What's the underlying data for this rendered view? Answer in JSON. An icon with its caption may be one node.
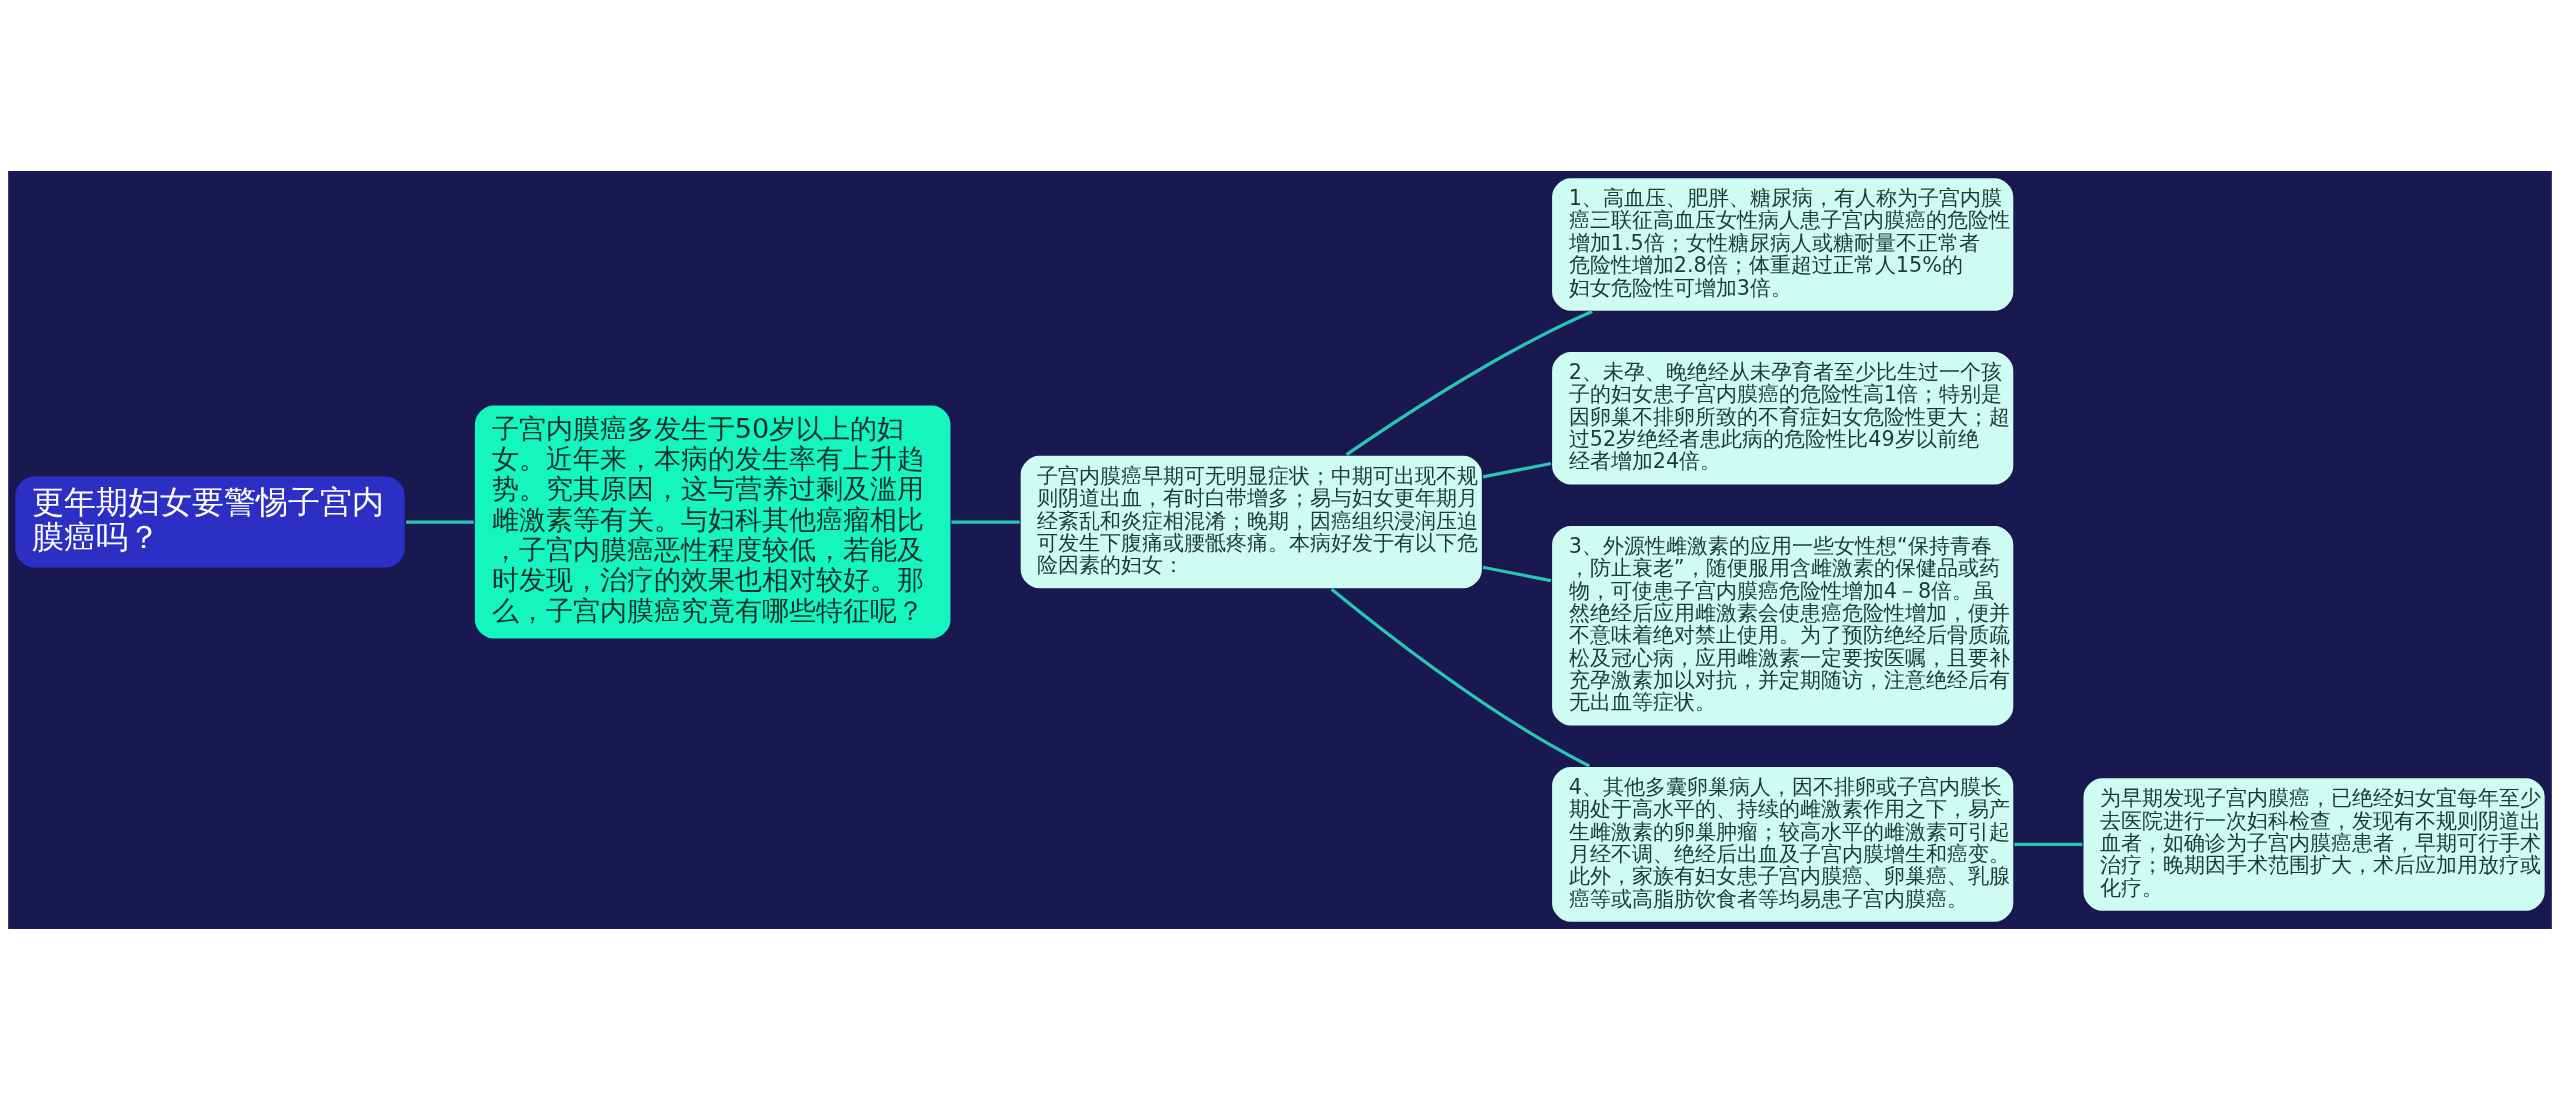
{
  "diagram": {
    "nodes": [
      {
        "text": [
          "更年期妇女要警惕子宫内膜癌吗？"
        ]
      },
      {
        "text": [
          "子宫内膜癌多发生于50岁以上的妇女。近年来，本病的发生率有上升趋势。究其原因，这与营养过剩及滥用雌激素等有关。与妇科其他癌瘤相比，子宫内膜癌恶性程度较低，若能及时发现，治疗的效果也相对较好。那么，子宫内膜癌究竟有哪些特征呢？"
        ]
      },
      {
        "text": [
          "子宫内膜癌早期可无明显症状；中期可出现不规则阴道出血，有时白带增多；易与妇女更年期月经紊乱和炎症相混淆；晚期，因癌组织浸润压迫可发生下腹痛或腰骶疼痛。本病好发于有以下危险因素的妇女："
        ]
      },
      {
        "text": [
          "1、高血压、肥胖、糖尿病，有人称为子宫内膜癌三联征高血压女性病人患子宫内膜癌的危险性增加1.5倍；女性糖尿病人或糖耐量不正常者危险性增加2.8倍；体重超过正常人15%的妇女危险性可增加3倍。"
        ]
      },
      {
        "text": [
          "2、未孕、晚绝经从未孕育者至少比生过一个孩子的妇女患子宫内膜癌的危险性高1倍；特别是因卵巢不排卵所致的不育症妇女危险性更大；超过52岁绝经者患此病的危险性比49岁以前绝经者增加24倍。"
        ]
      },
      {
        "text": [
          "3、外源性雌激素的应用一些女性想“保持青春，防止衰老”，随便服用含雌激素的保健品或药物，可使患子宫内膜癌危险性增加4－8倍。虽然绝经后应用雌激素会使患癌危险性增加，便并不意味着绝对禁止使用。为了预防绝经后骨质疏松及冠心病，应用雌激素一定要按医嘱，且要补充孕激素加以对抗，并定期随访，注意绝经后有无出血等症状。"
        ]
      },
      {
        "text": [
          "4、其他多囊卵巢病人，因不排卵或子宫内膜长期处于高水平的、持续的雌激素作用之下，易产生雌激素的卵巢肿瘤；较高水平的雌激素可引起月经不调、绝经后出血及子宫内膜增生和癌变。此外，家族有妇女患子宫内膜癌、卵巢癌、乳腺癌等或高脂肪饮食者等均易患子宫内膜癌。"
        ]
      },
      {
        "text": [
          "为早期发现子宫内膜癌，已绝经妇女宜每年至少去医院进行一次妇科检查，发现有不规则阴道出血者，如确诊为子宫内膜癌患者，早期可行手术治疗；晚期因手术范围扩大，术后应加用放疗或化疗。"
        ]
      }
    ],
    "edges": [
      {
        "from": 0,
        "to": 1,
        "arrow": "none"
      },
      {
        "from": 1,
        "to": 2,
        "arrow": "none"
      },
      {
        "from": 2,
        "to": 3,
        "arrow": "none"
      },
      {
        "from": 2,
        "to": 4,
        "arrow": "none"
      },
      {
        "from": 2,
        "to": 5,
        "arrow": "none"
      },
      {
        "from": 2,
        "to": 6,
        "arrow": "none"
      },
      {
        "from": 6,
        "to": 7,
        "arrow": "none"
      }
    ]
  }
}
